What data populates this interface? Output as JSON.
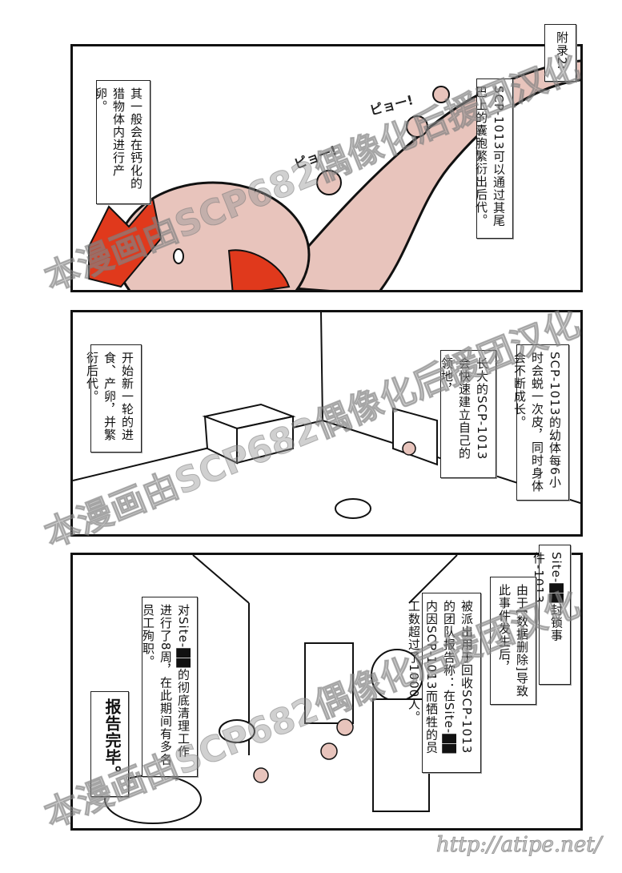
{
  "appendix_label": "附录2:",
  "panel1": {
    "caption_right": "SCP-1013可以通过其尾巴上的囊胞繁衍出后代。",
    "caption_left": "其一般会在钙化的猎物体内进行产卵。",
    "sfx_1": "ピョー!",
    "sfx_2": "ピョー!"
  },
  "panel2": {
    "caption_right": "SCP-1013的幼体每6小时会蜕一次皮，同时身体会不断成长。",
    "caption_middle": "长大的SCP-1013会快速建立自己的领地，",
    "caption_left": "开始新一轮的进食、产卵，并繁衍后代。"
  },
  "panel3": {
    "title": "Site-██封锁事件-1013",
    "caption_1": "由于[数据删除]导致此事件发生后，",
    "caption_2": "被派出用于回收SCP-1013的团队报告称：在Site-██内因SCP-1013而牺牲的员工数超过了1000人。",
    "caption_3": "对Site-██的彻底清理工作进行了8周，在此期间有多名员工殉职。",
    "caption_end": "报告完毕。"
  },
  "watermark": "本漫画由SCP682偶像化后援团汉化",
  "footer_url": "http://atipe.net/",
  "colors": {
    "creature": "#e8c4bc",
    "creature_red": "#e0391c",
    "border": "#111111"
  }
}
